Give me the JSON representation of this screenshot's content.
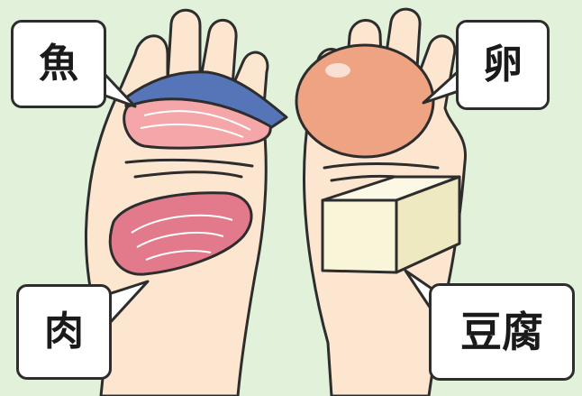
{
  "labels": {
    "fish": "魚",
    "egg": "卵",
    "meat": "肉",
    "tofu": "豆腐"
  },
  "colors": {
    "background": "#e2f1da",
    "skin": "#fde6cf",
    "outline": "#2d2d2d",
    "fish_flesh": "#f4a6a8",
    "fish_skin": "#5575b8",
    "egg": "#eea383",
    "meat": "#e27a8c",
    "tofu": "#f9f5d8"
  }
}
